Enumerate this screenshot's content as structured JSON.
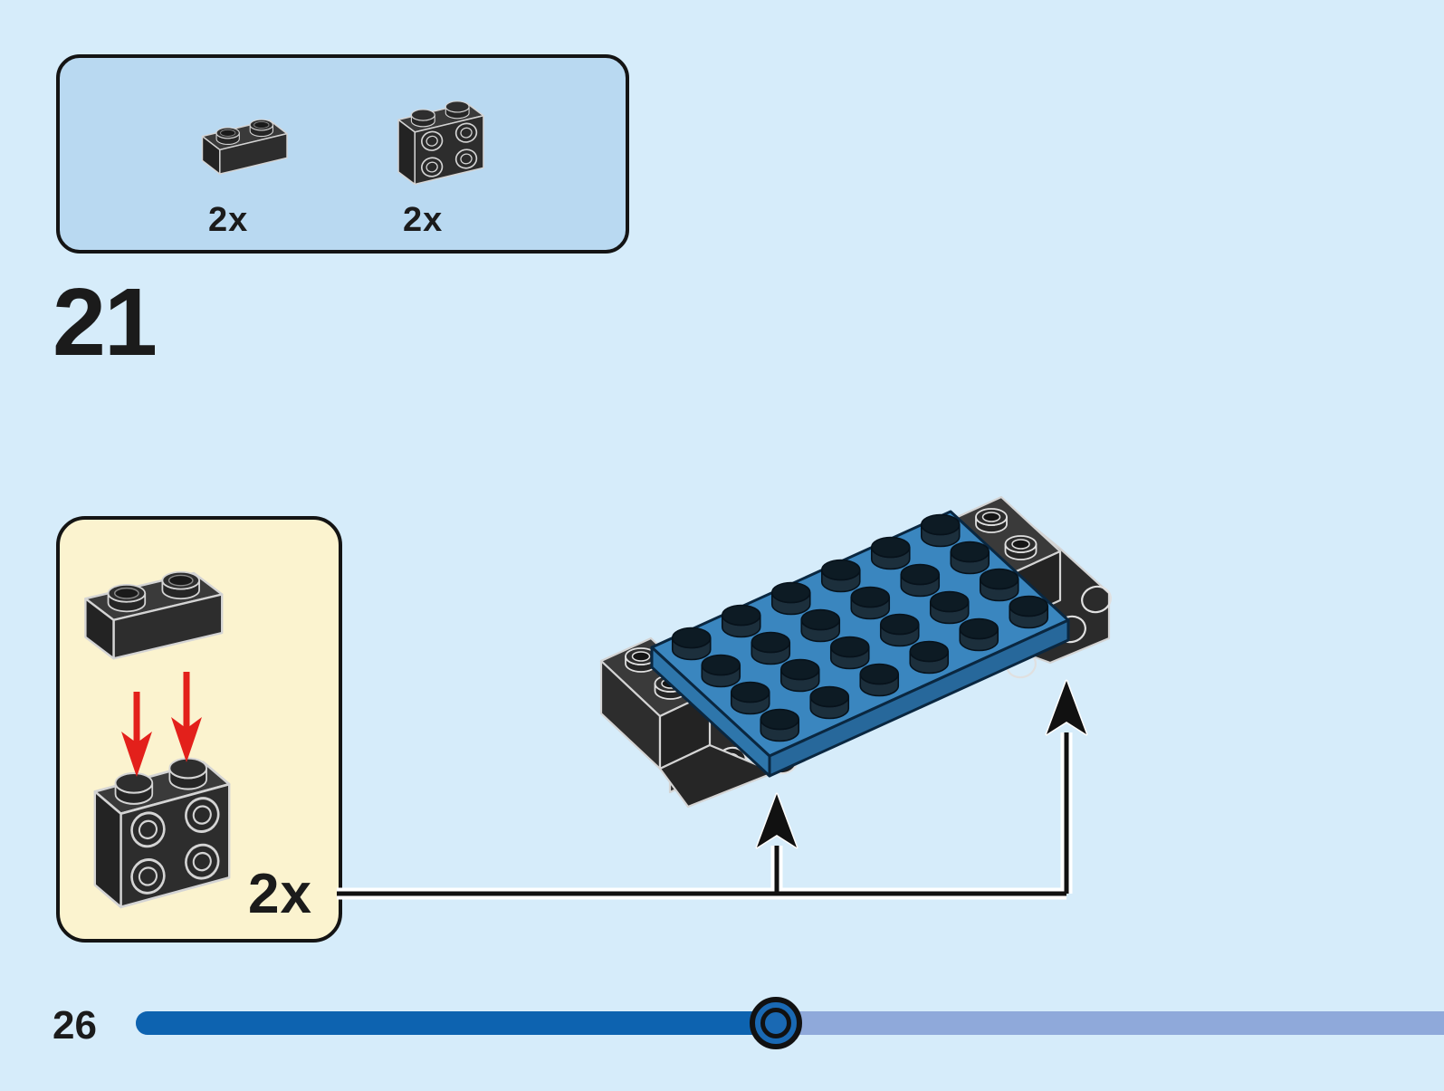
{
  "page": {
    "step_number": "21",
    "page_number": "26"
  },
  "colors": {
    "page_bg": "#d6ecfa",
    "panel_bg": "#b9d9f1",
    "panel_border": "#141414",
    "callout_bg": "#fbf3cf",
    "ink": "#1b1b1b",
    "arrow_red": "#e3201b",
    "plate_top": "#3a86bf",
    "plate_left": "#2e76ab",
    "plate_right": "#27689b",
    "brick_face": "#2d2d2d",
    "brick_top": "#3a3a3a",
    "brick_end": "#232323",
    "brick_edge": "#d4d4d4",
    "stud_top": "#0d1b24",
    "stud_side": "#1c2f3c",
    "stud_line": "#07121b",
    "bar_fill": "#0d63b0",
    "bar_track": "#8fa9da",
    "marker_fill": "#1a69b3",
    "marker_ring": "#111111"
  },
  "parts_panel": {
    "parts": [
      {
        "id": "black-brick-1x2",
        "count_label": "2x"
      },
      {
        "id": "black-brick-1x2x2-side-studs",
        "count_label": "2x"
      }
    ]
  },
  "callout": {
    "count_label": "2x",
    "bricks": [
      {
        "id": "black-brick-1x2"
      },
      {
        "id": "black-brick-1x2x2-side-studs"
      }
    ]
  },
  "assembly": {
    "plate": {
      "color_name": "blue",
      "rows": 4,
      "cols": 6
    },
    "support_bricks": "black",
    "attachment_points": 2
  },
  "progress": {
    "fraction_pct": "48.9%"
  }
}
